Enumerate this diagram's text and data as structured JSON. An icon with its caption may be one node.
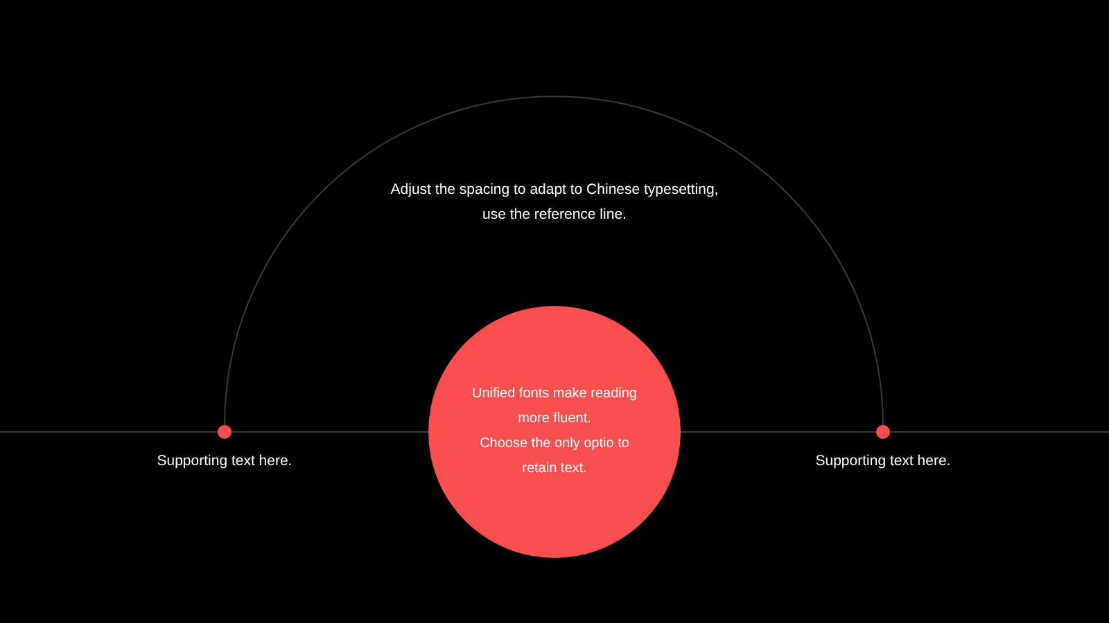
{
  "diagram": {
    "nodes": [
      {
        "text": [],
        "shape": "circle",
        "beside": [
          "Supporting text here."
        ]
      },
      {
        "text": [
          "Unified fonts make reading more fluent.",
          "Choose the only optio to retain text."
        ]
      },
      {
        "text": [],
        "shape": "circle",
        "beside": [
          "Supporting text here."
        ]
      }
    ],
    "edges": [
      {
        "from": 0,
        "to": 2,
        "arrow": "none"
      }
    ],
    "labels": [
      "Adjust the spacing to adapt to Chinese typesetting, use the reference line."
    ]
  }
}
